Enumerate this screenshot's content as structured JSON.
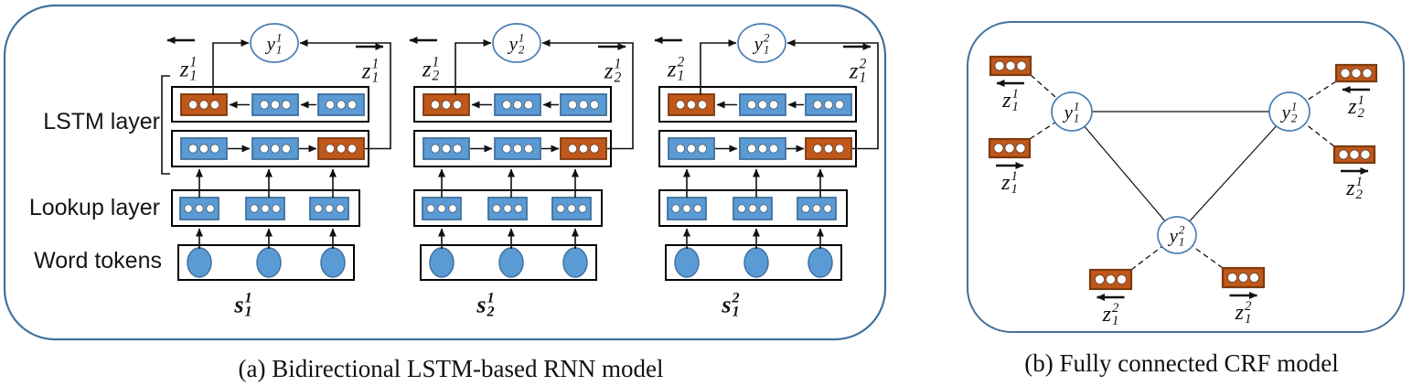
{
  "colors": {
    "panel_border": "#41719C",
    "node_stroke": "#4A7FB5",
    "box_blue_fill": "#5B9BD5",
    "box_blue_stroke": "#41719C",
    "box_orange_fill": "#C0571B",
    "box_orange_stroke": "#7C3A0F",
    "line": "#111111",
    "rect_stroke": "#000000"
  },
  "panel_a": {
    "caption": "(a) Bidirectional LSTM-based RNN model",
    "layer_labels": {
      "lstm": "LSTM layer",
      "lookup": "Lookup layer",
      "word": "Word tokens"
    },
    "blocks": [
      {
        "sentence": {
          "base": "s",
          "sup": "1",
          "sub": "1"
        },
        "output": {
          "base": "y",
          "sup": "1",
          "sub": "1"
        },
        "z_backward": {
          "base": "z",
          "sup": "1",
          "sub": "1",
          "dir": "left"
        },
        "z_forward": {
          "base": "z",
          "sup": "1",
          "sub": "1",
          "dir": "right"
        }
      },
      {
        "sentence": {
          "base": "s",
          "sup": "1",
          "sub": "2"
        },
        "output": {
          "base": "y",
          "sup": "1",
          "sub": "2"
        },
        "z_backward": {
          "base": "z",
          "sup": "1",
          "sub": "2",
          "dir": "left"
        },
        "z_forward": {
          "base": "z",
          "sup": "1",
          "sub": "2",
          "dir": "right"
        }
      },
      {
        "sentence": {
          "base": "s",
          "sup": "2",
          "sub": "1"
        },
        "output": {
          "base": "y",
          "sup": "2",
          "sub": "1"
        },
        "z_backward": {
          "base": "z",
          "sup": "2",
          "sub": "1",
          "dir": "left"
        },
        "z_forward": {
          "base": "z",
          "sup": "2",
          "sub": "1",
          "dir": "right"
        }
      }
    ]
  },
  "panel_b": {
    "caption": "(b) Fully connected CRF model",
    "nodes": [
      {
        "base": "y",
        "sup": "1",
        "sub": "1"
      },
      {
        "base": "y",
        "sup": "1",
        "sub": "2"
      },
      {
        "base": "y",
        "sup": "2",
        "sub": "1"
      }
    ],
    "features": [
      {
        "label": {
          "base": "z",
          "sup": "1",
          "sub": "1",
          "dir": "left"
        },
        "node": 0
      },
      {
        "label": {
          "base": "z",
          "sup": "1",
          "sub": "1",
          "dir": "right"
        },
        "node": 0
      },
      {
        "label": {
          "base": "z",
          "sup": "1",
          "sub": "2",
          "dir": "left"
        },
        "node": 1
      },
      {
        "label": {
          "base": "z",
          "sup": "1",
          "sub": "2",
          "dir": "right"
        },
        "node": 1
      },
      {
        "label": {
          "base": "z",
          "sup": "2",
          "sub": "1",
          "dir": "left"
        },
        "node": 2
      },
      {
        "label": {
          "base": "z",
          "sup": "2",
          "sub": "1",
          "dir": "right"
        },
        "node": 2
      }
    ]
  }
}
